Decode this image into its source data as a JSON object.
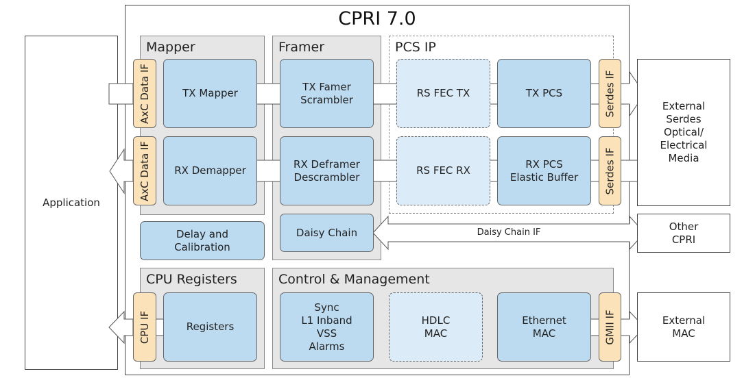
{
  "diagram": {
    "title": "CPRI 7.0",
    "application": "Application",
    "sections": {
      "mapper": {
        "title": "Mapper",
        "tx_if": "AxC Data IF",
        "rx_if": "AxC Data IF",
        "tx_block": "TX Mapper",
        "rx_block": "RX Demapper"
      },
      "framer": {
        "title": "Framer",
        "tx_block": "TX Famer\nScrambler",
        "rx_block": "RX Deframer\nDescrambler",
        "daisy_block": "Daisy Chain"
      },
      "pcs": {
        "title": "PCS IP",
        "fec_tx": "RS FEC TX",
        "fec_rx": "RS FEC RX",
        "tx_pcs": "TX PCS",
        "rx_pcs": "RX PCS\nElastic Buffer",
        "tx_if": "Serdes IF",
        "rx_if": "Serdes IF"
      },
      "delay": "Delay and\nCalibration",
      "cpu": {
        "title": "CPU Registers",
        "if": "CPU IF",
        "block": "Registers"
      },
      "control": {
        "title": "Control & Management",
        "sync": "Sync\nL1 Inband\nVSS\nAlarms",
        "hdlc": "HDLC\nMAC",
        "ethernet": "Ethernet\nMAC",
        "if": "GMII IF"
      }
    },
    "external": {
      "serdes": "External\nSerdes\nOptical/\nElectrical\nMedia",
      "other_cpri": "Other\nCPRI",
      "mac": "External\nMAC"
    },
    "daisy_chain_if": "Daisy Chain IF",
    "colors": {
      "block_fill": "#bcdaf0",
      "dashed_block_fill": "#dbebf7",
      "if_fill": "#fbe2b8",
      "section_fill": "#e6e6e6"
    }
  }
}
